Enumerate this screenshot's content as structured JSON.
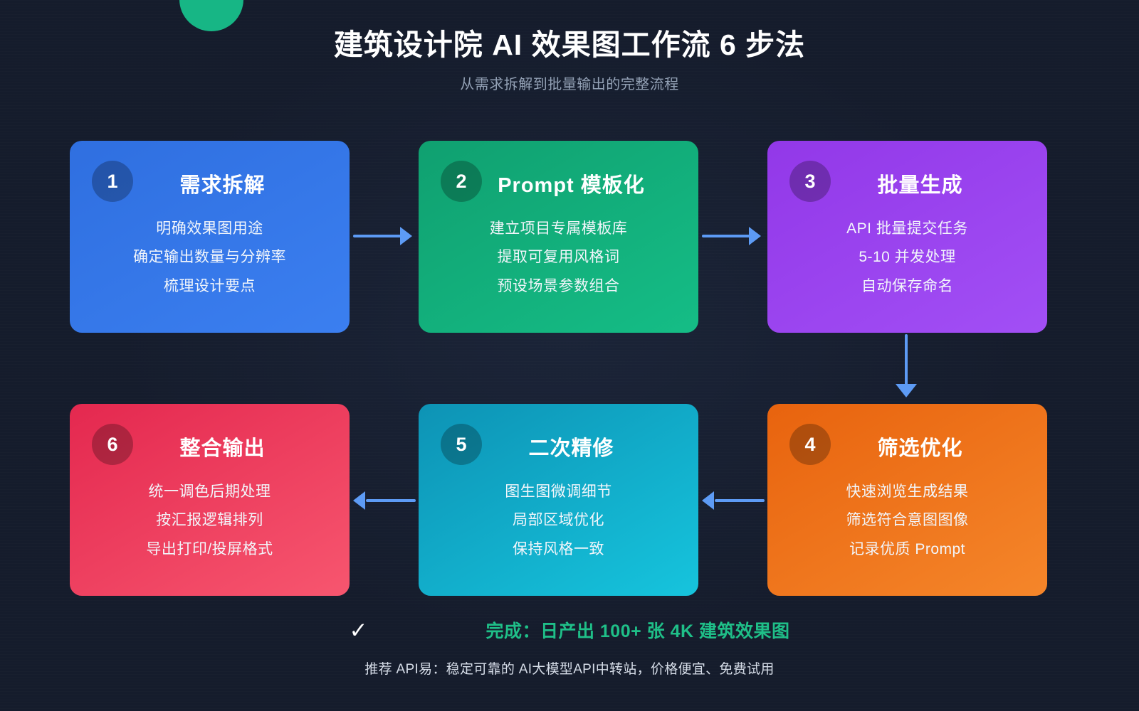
{
  "header": {
    "title": "建筑设计院 AI 效果图工作流 6 步法",
    "subtitle": "从需求拆解到批量输出的完整流程"
  },
  "cards": [
    {
      "number": "1",
      "title": "需求拆解",
      "lines": [
        "明确效果图用途",
        "确定输出数量与分辨率",
        "梳理设计要点"
      ],
      "color_start": "#2f6fe0",
      "color_end": "#3b7ff0"
    },
    {
      "number": "2",
      "title": "Prompt 模板化",
      "lines": [
        "建立项目专属模板库",
        "提取可复用风格词",
        "预设场景参数组合"
      ],
      "color_start": "#10a070",
      "color_end": "#15bd86"
    },
    {
      "number": "3",
      "title": "批量生成",
      "lines": [
        "API 批量提交任务",
        "5-10 并发处理",
        "自动保存命名"
      ],
      "color_start": "#9238e8",
      "color_end": "#a24ff5"
    },
    {
      "number": "4",
      "title": "筛选优化",
      "lines": [
        "快速浏览生成结果",
        "筛选符合意图图像",
        "记录优质 Prompt"
      ],
      "color_start": "#e8630e",
      "color_end": "#f5862a"
    },
    {
      "number": "5",
      "title": "二次精修",
      "lines": [
        "图生图微调细节",
        "局部区域优化",
        "保持风格一致"
      ],
      "color_start": "#0d93b5",
      "color_end": "#16c4dd"
    },
    {
      "number": "6",
      "title": "整合输出",
      "lines": [
        "统一调色后期处理",
        "按汇报逻辑排列",
        "导出打印/投屏格式"
      ],
      "color_start": "#e4284f",
      "color_end": "#f7566f"
    }
  ],
  "arrows": {
    "color": "#5d9bf5",
    "flow": [
      "1→2",
      "2→3",
      "3→4",
      "4→5",
      "5→6"
    ]
  },
  "footer": {
    "check_icon": "✓",
    "highlight": "完成：日产出 100+ 张 4K 建筑效果图",
    "note": "推荐 API易：稳定可靠的 AI大模型API中转站，价格便宜、免费试用"
  },
  "decor": {
    "green_circle": "#17b685",
    "background": "#151c2c"
  }
}
